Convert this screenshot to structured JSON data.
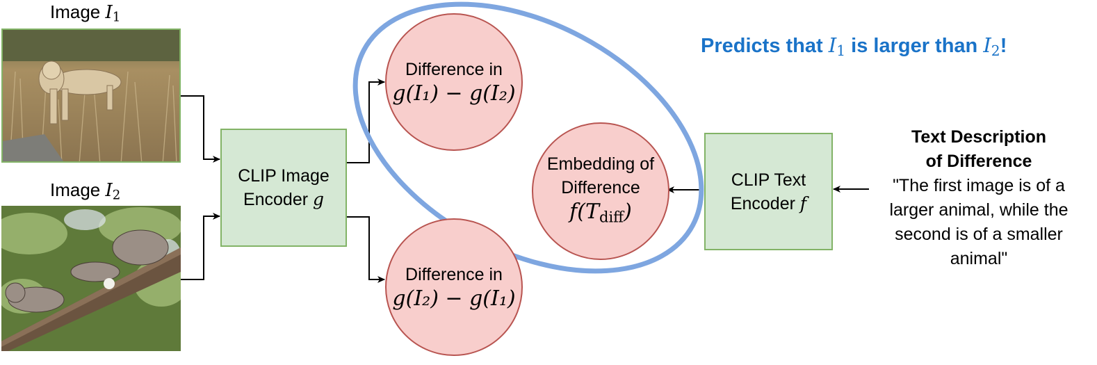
{
  "images": {
    "image1": {
      "label": "Image",
      "var": "I",
      "sub": "1",
      "subject": "lion"
    },
    "image2": {
      "label": "Image",
      "var": "I",
      "sub": "2",
      "subject": "squirrel"
    }
  },
  "clip_image_encoder": {
    "line1": "CLIP Image",
    "line2": "Encoder",
    "var": "g"
  },
  "clip_text_encoder": {
    "line1": "CLIP Text",
    "line2": "Encoder",
    "var": "f"
  },
  "diff_top": {
    "line1": "Difference in",
    "formula": "g(I₁) − g(I₂)"
  },
  "diff_bottom": {
    "line1": "Difference in",
    "formula": "g(I₂) − g(I₁)"
  },
  "embedding": {
    "line1": "Embedding of",
    "line2": "Difference",
    "formula_f": "f(",
    "formula_T": "T",
    "formula_sub": "diff",
    "formula_close": ")"
  },
  "prediction": {
    "part1": "Predicts that ",
    "var1": "I",
    "sub1": "1",
    "part2": " is larger than ",
    "var2": "I",
    "sub2": "2",
    "part3": "!"
  },
  "text_description": {
    "title1": "Text Description",
    "title2": "of Difference",
    "q1": "\"The first image is of a",
    "q2": "larger animal, while the",
    "q3": "second is of a smaller",
    "q4": "animal\""
  },
  "colors": {
    "green_fill": "#d5e8d4",
    "green_stroke": "#82b366",
    "red_fill": "#f8cecc",
    "red_stroke": "#b85450",
    "ellipse": "#7ea6e0",
    "prediction_text": "#1a73c8"
  }
}
